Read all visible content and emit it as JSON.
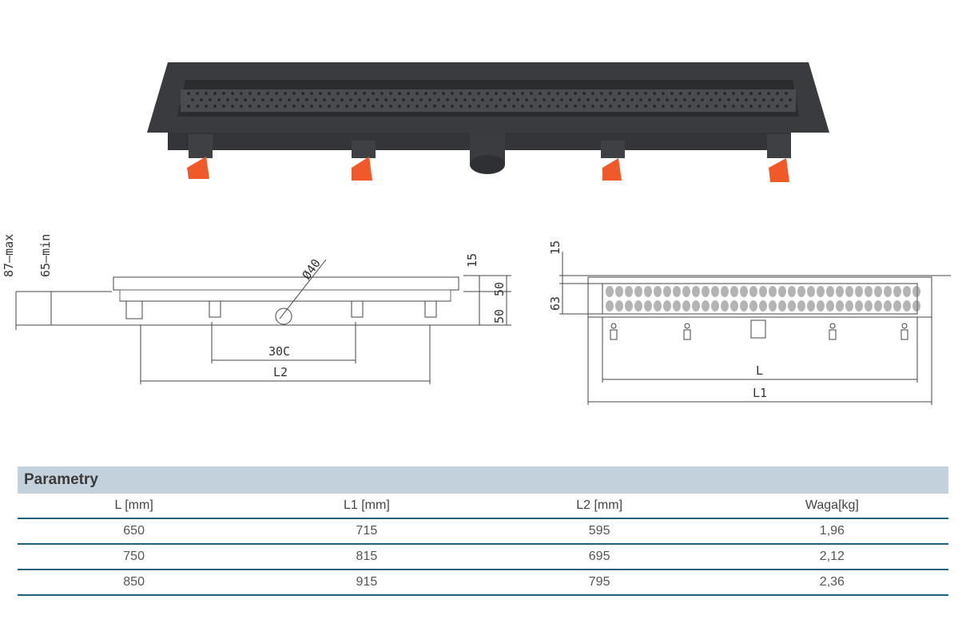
{
  "drawing": {
    "dim_87_max": "87–max",
    "dim_65_min": "65–min",
    "dim_15": "15",
    "dim_50_top": "50",
    "dim_50_bottom": "50",
    "dim_d40": "Ø40",
    "dim_300": "30C",
    "dim_l2": "L2",
    "dim_15_right": "15",
    "dim_63": "63",
    "dim_l": "L",
    "dim_l1": "L1"
  },
  "params": {
    "title": "Parametry",
    "columns": [
      "L [mm]",
      "L1 [mm]",
      "L2 [mm]",
      "Waga[kg]"
    ],
    "rows": [
      [
        "650",
        "715",
        "595",
        "1,96"
      ],
      [
        "750",
        "815",
        "695",
        "2,12"
      ],
      [
        "850",
        "915",
        "795",
        "2,36"
      ]
    ]
  },
  "colors": {
    "header_bg": "#c3d1dd",
    "rule": "#1f5f7a",
    "drain_body": "#3f4043",
    "feet": "#f05a28"
  }
}
